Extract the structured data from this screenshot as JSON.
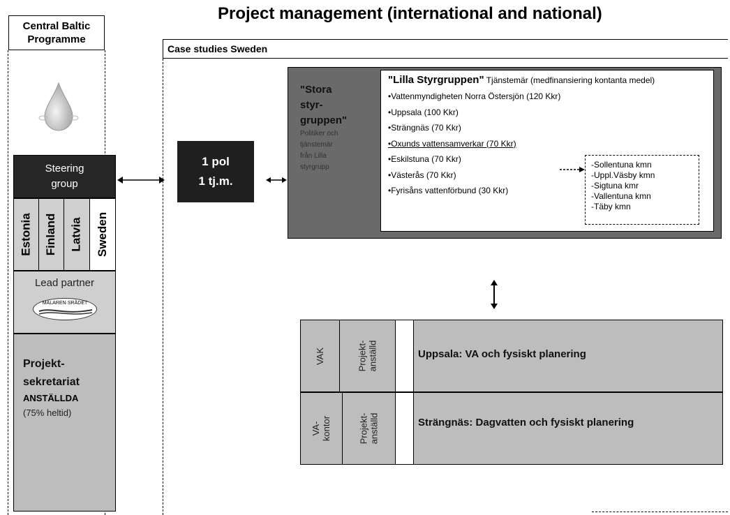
{
  "title": "Project management (international and national)",
  "left_panel": {
    "programme_label": "Central Baltic\nProgramme",
    "steering_label": "Steering group",
    "countries": [
      "Estonia",
      "Finland",
      "Latvia",
      "Sweden"
    ],
    "lead_partner_label": "Lead partner",
    "lead_partner_logo_text": "MÄLAREN·SRÅDET",
    "secretariat_lines": [
      "Projekt-",
      "sekretariat"
    ],
    "secretariat_staff": "ANSTÄLLDA",
    "secretariat_time": "(75% heltid)"
  },
  "case_label": "Case studies Sweden",
  "pol_box": {
    "line1": "1 pol",
    "line2": "1 tj.m."
  },
  "stora": {
    "heading_lines": [
      "\"Stora",
      "styr-",
      "gruppen\""
    ],
    "sub_lines": [
      "Politiker och",
      "tjänstemär",
      " från Lilla",
      "styrgrupp"
    ]
  },
  "lilla": {
    "title": "\"Lilla Styrgruppen\"",
    "title_rest": "Tjänstemär (medfinansiering kontanta medel)",
    "items": [
      "•Vattenmyndigheten Norra Östersjön (120 Kkr)",
      "•Uppsala (100 Kkr)",
      "•Strängnäs (70 Kkr)",
      "•Oxunds vattensamverkar (70 Kkr)",
      "•Eskilstuna (70 Kkr)",
      "•Västerås (70 Kkr)",
      "•Fyrisåns vattenförbund (30 Kkr)"
    ]
  },
  "kommuner": [
    "-Sollentuna kmn",
    "-Uppl.Väsby kmn",
    "-Sigtuna kmr",
    "-Vallentuna kmn",
    "-Täby kmn"
  ],
  "rows": [
    {
      "cells": [
        "VAK",
        "Projekt-\nanställd"
      ],
      "text": "Uppsala: VA och  fysiskt planering"
    },
    {
      "cells": [
        "VA-\nkontor",
        "Projekt-\nanställd"
      ],
      "text": "Strängnäs: Dagvatten och  fysiskt planering"
    }
  ],
  "colors": {
    "dark_box": "#1f1f1f",
    "steering": "#262626",
    "big_box": "#6a6a6a",
    "light_gray": "#bdbdbd"
  }
}
